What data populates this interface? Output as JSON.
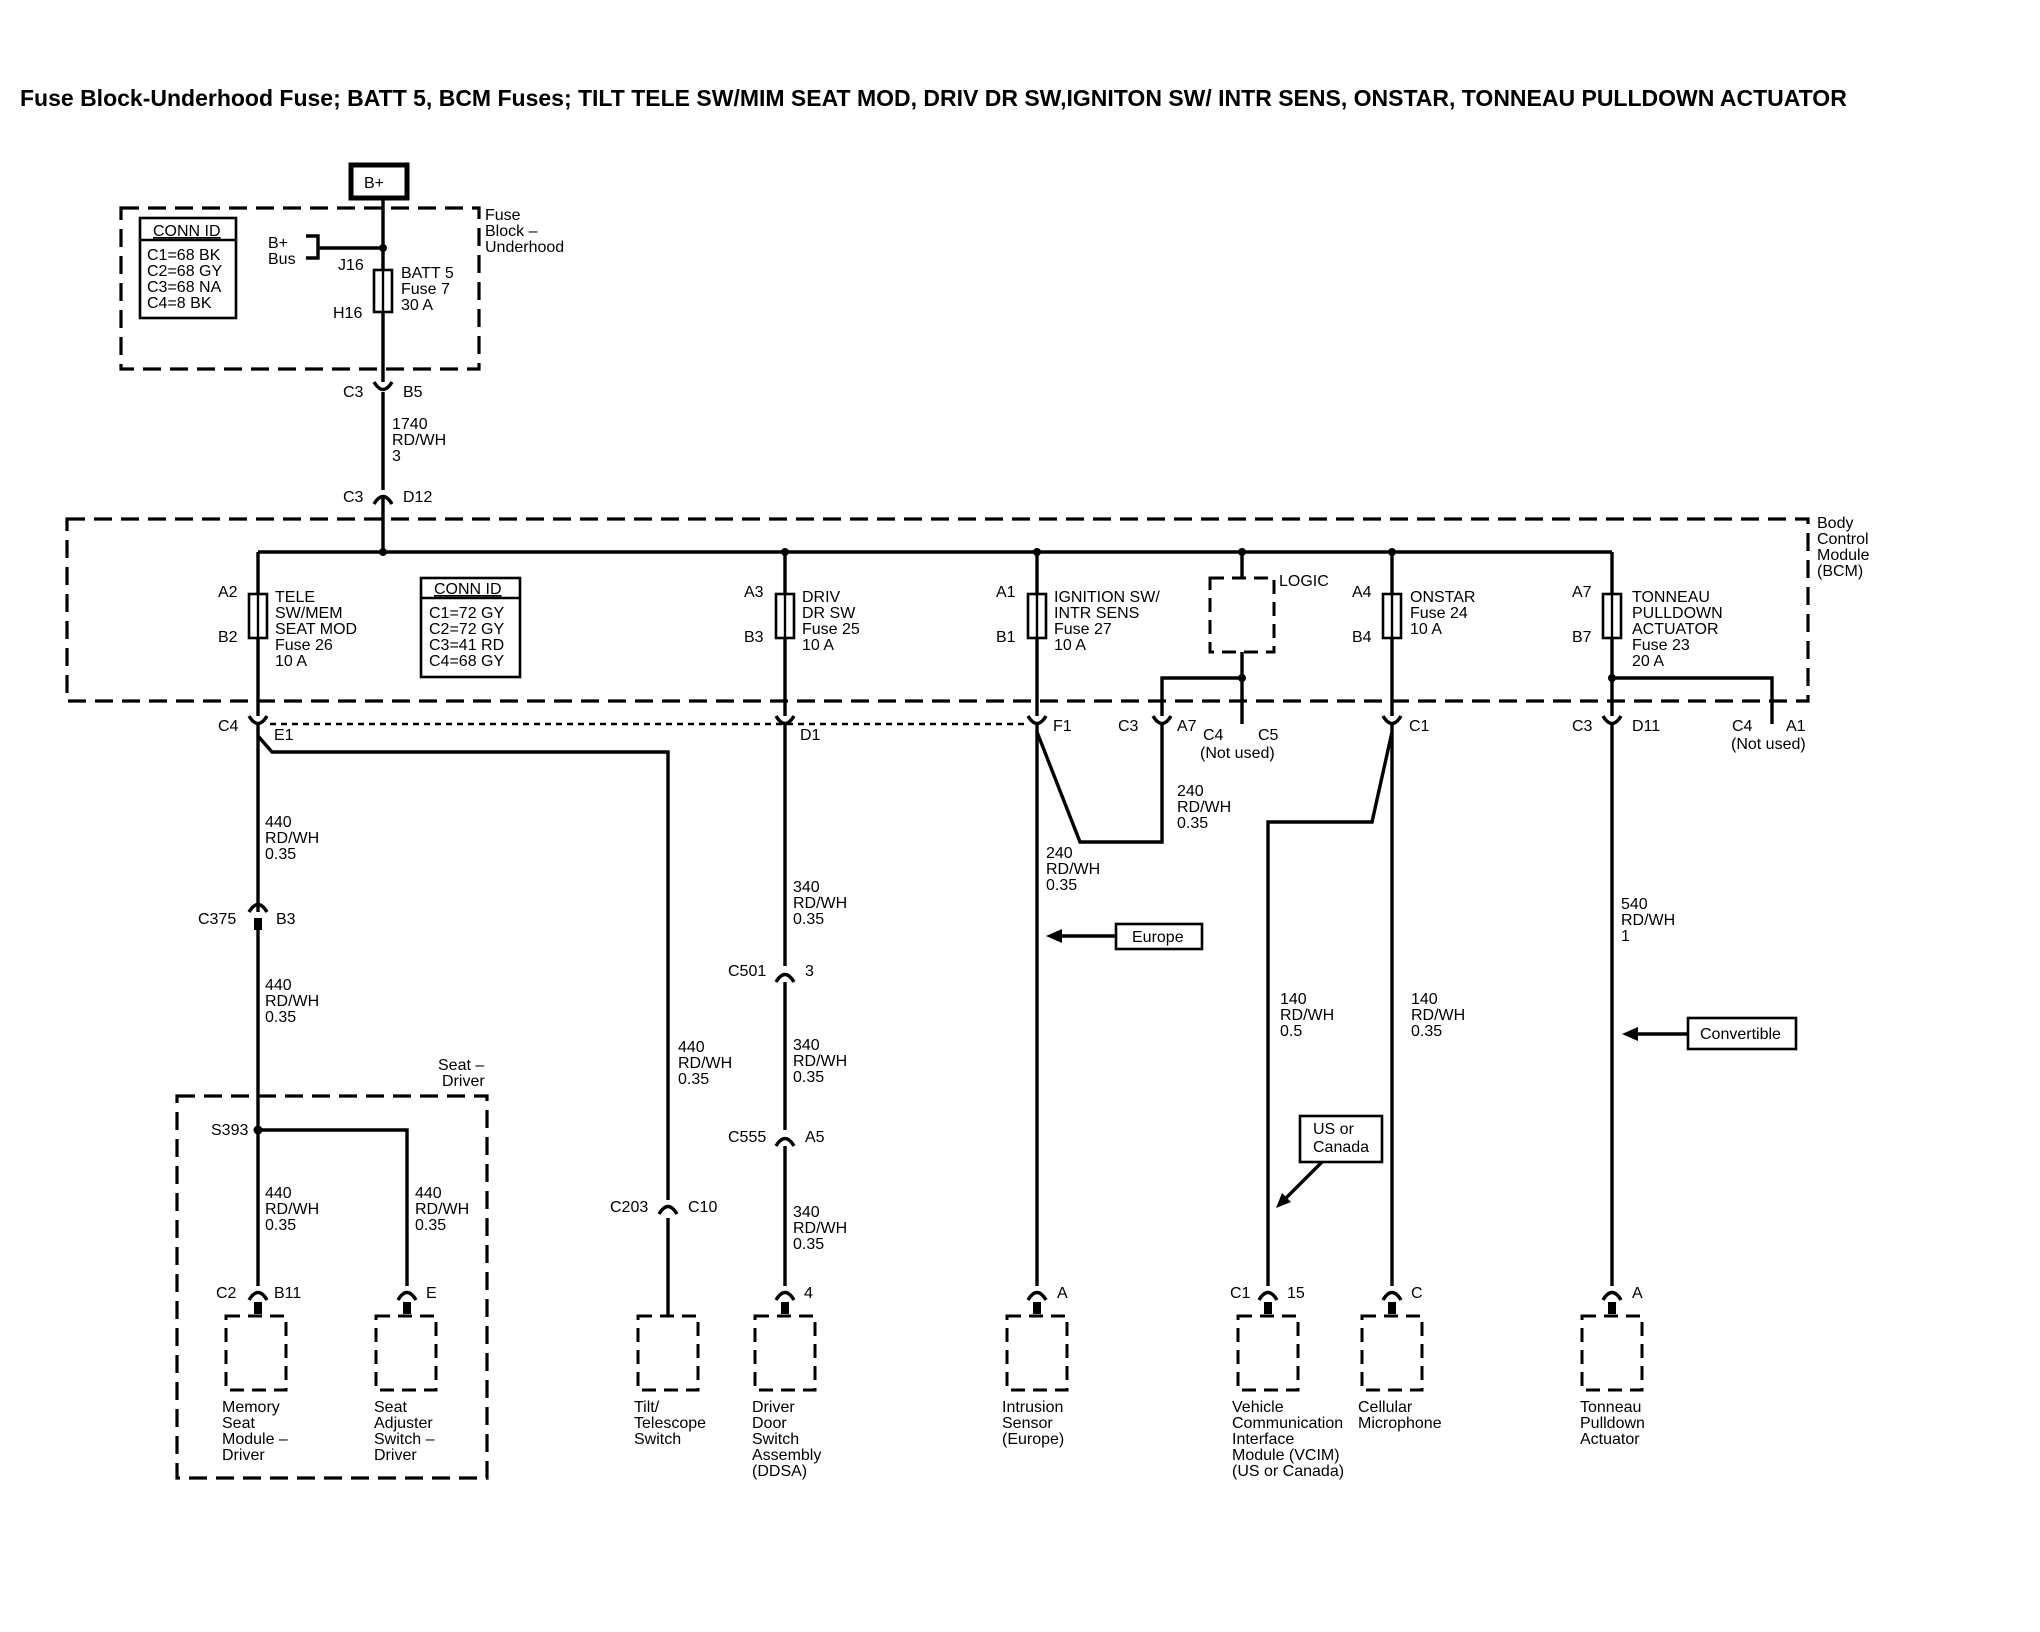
{
  "title": "Fuse Block-Underhood Fuse; BATT 5, BCM Fuses; TILT TELE SW/MIM SEAT MOD, DRIV DR SW,IGNITON SW/ INTR SENS, ONSTAR, TONNEAU PULLDOWN ACTUATOR",
  "power": {
    "label": "B+"
  },
  "fuse_block": {
    "name": [
      "Fuse",
      "Block –",
      "Underhood"
    ],
    "conn_title": "CONN ID",
    "conn_rows": [
      "C1=68 BK",
      "C2=68 GY",
      "C3=68 NA",
      "C4=8 BK"
    ],
    "bus": [
      "B+",
      "Bus"
    ],
    "pin_top": "J16",
    "pin_bot": "H16",
    "fuse_label": [
      "BATT 5",
      "Fuse 7",
      "30 A"
    ]
  },
  "upper_connectors": [
    {
      "conn": "C3",
      "pin": "B5"
    },
    {
      "conn": "C3",
      "pin": "D12"
    }
  ],
  "feed_wire": [
    "1740",
    "RD/WH",
    "3"
  ],
  "bcm": {
    "name": [
      "Body",
      "Control",
      "Module",
      "(BCM)"
    ],
    "conn_title": "CONN ID",
    "conn_rows": [
      "C1=72 GY",
      "C2=72 GY",
      "C3=41 RD",
      "C4=68 GY"
    ],
    "logic": "LOGIC",
    "fuses": [
      {
        "top": "A2",
        "bot": "B2",
        "label": [
          "TELE",
          "SW/MEM",
          "SEAT MOD",
          "Fuse 26",
          "10 A"
        ]
      },
      {
        "top": "A3",
        "bot": "B3",
        "label": [
          "DRIV",
          "DR SW",
          "Fuse 25",
          "10 A"
        ]
      },
      {
        "top": "A1",
        "bot": "B1",
        "label": [
          "IGNITION SW/",
          "INTR SENS",
          "Fuse 27",
          "10 A"
        ]
      },
      {
        "top": "A4",
        "bot": "B4",
        "label": [
          "ONSTAR",
          "Fuse 24",
          "10 A"
        ]
      },
      {
        "top": "A7",
        "bot": "B7",
        "label": [
          "TONNEAU",
          "PULLDOWN",
          "ACTUATOR",
          "Fuse 23",
          "20 A"
        ]
      }
    ]
  },
  "bcm_connectors": [
    {
      "conn": "C4",
      "pin": "E1"
    },
    {
      "conn": "",
      "pin": "D1"
    },
    {
      "conn": "",
      "pin": "F1"
    },
    {
      "conn": "C3",
      "pin": "A7"
    },
    {
      "conn": "C4",
      "pin": "C5",
      "note": "(Not used)"
    },
    {
      "conn": "",
      "pin": "C1"
    },
    {
      "conn": "C3",
      "pin": "D11"
    },
    {
      "conn": "C4",
      "pin": "A1",
      "note": "(Not used)"
    }
  ],
  "wires": [
    [
      "440",
      "RD/WH",
      "0.35"
    ],
    [
      "440",
      "RD/WH",
      "0.35"
    ],
    [
      "440",
      "RD/WH",
      "0.35"
    ],
    [
      "440",
      "RD/WH",
      "0.35"
    ],
    [
      "440",
      "RD/WH",
      "0.35"
    ],
    [
      "340",
      "RD/WH",
      "0.35"
    ],
    [
      "340",
      "RD/WH",
      "0.35"
    ],
    [
      "340",
      "RD/WH",
      "0.35"
    ],
    [
      "240",
      "RD/WH",
      "0.35"
    ],
    [
      "240",
      "RD/WH",
      "0.35"
    ],
    [
      "140",
      "RD/WH",
      "0.5"
    ],
    [
      "140",
      "RD/WH",
      "0.35"
    ],
    [
      "540",
      "RD/WH",
      "1"
    ]
  ],
  "inline_connectors": [
    {
      "conn": "C375",
      "pin": "B3"
    },
    {
      "conn": "C501",
      "pin": "3"
    },
    {
      "conn": "C555",
      "pin": "A5"
    },
    {
      "conn": "C203",
      "pin": "C10"
    }
  ],
  "splice": "S393",
  "seat_box": [
    "Seat –",
    "Driver"
  ],
  "option_tags": {
    "europe": "Europe",
    "convertible": "Convertible",
    "us_canada": [
      "US or",
      "Canada"
    ]
  },
  "components": [
    {
      "conn": "C2",
      "pin": "B11",
      "name": [
        "Memory",
        "Seat",
        "Module –",
        "Driver"
      ]
    },
    {
      "conn": "",
      "pin": "E",
      "name": [
        "Seat",
        "Adjuster",
        "Switch –",
        "Driver"
      ]
    },
    {
      "conn": "",
      "pin": "",
      "name": [
        "Tilt/",
        "Telescope",
        "Switch"
      ]
    },
    {
      "conn": "",
      "pin": "4",
      "name": [
        "Driver",
        "Door",
        "Switch",
        "Assembly",
        "(DDSA)"
      ]
    },
    {
      "conn": "",
      "pin": "A",
      "name": [
        "Intrusion",
        "Sensor",
        "(Europe)"
      ]
    },
    {
      "conn": "C1",
      "pin": "15",
      "name": [
        "Vehicle",
        "Communication",
        "Interface",
        "Module (VCIM)",
        "(US or Canada)"
      ]
    },
    {
      "conn": "",
      "pin": "C",
      "name": [
        "Cellular",
        "Microphone"
      ]
    },
    {
      "conn": "",
      "pin": "A",
      "name": [
        "Tonneau",
        "Pulldown",
        "Actuator"
      ]
    }
  ]
}
